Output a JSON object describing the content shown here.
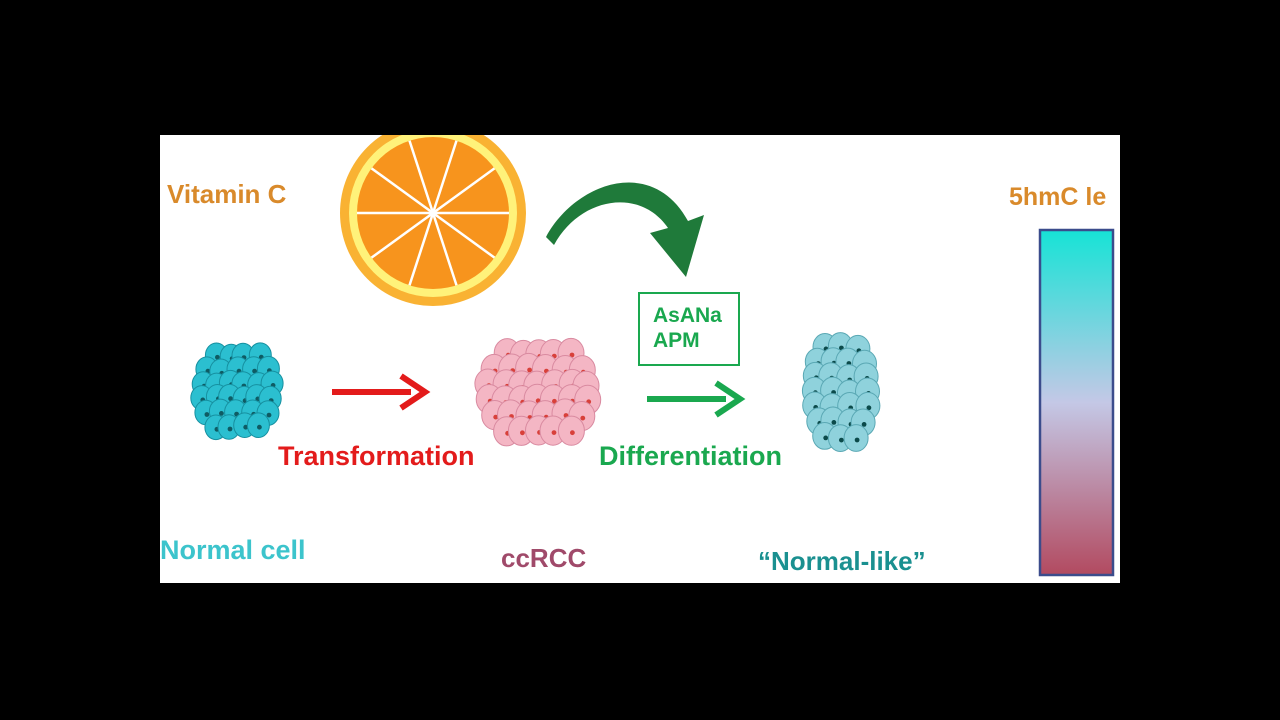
{
  "labels": {
    "vitamin_c": "Vitamin C",
    "hmc_level": "5hmC le",
    "transformation": "Transformation",
    "differentiation": "Differentiation",
    "normal_cell": "Normal cell",
    "ccrcc": "ccRCC",
    "normal_like": "“Normal-like”"
  },
  "drug_box": {
    "line1": "AsANa",
    "line2": "APM"
  },
  "icons": [
    "orange-slice-icon",
    "curved-arrow-icon",
    "red-arrow-icon",
    "green-arrow-icon",
    "normal-cell-cluster-icon",
    "ccrcc-cell-cluster-icon",
    "normal-like-cell-cluster-icon",
    "gradient-bar-icon"
  ],
  "colors": {
    "orange_text": "#d98a2b",
    "red": "#e31b1b",
    "green": "#1aa84f",
    "dark_green": "#1f7a3a",
    "teal": "#3cc4cc",
    "dark_teal": "#1a9090",
    "ccrcc_text": "#a04a6a",
    "cell_teal": "#2bbfd0",
    "cell_pink": "#f4b6c4",
    "cell_light_teal": "#8fd2dc",
    "orange_fruit": "#f7941d",
    "orange_rind": "#f9b233",
    "orange_pith": "#fff27a",
    "gradient_top": "#16e3d6",
    "gradient_mid": "#c4c8e6",
    "gradient_bottom": "#b24a60",
    "bar_border": "#3b4c8c"
  }
}
